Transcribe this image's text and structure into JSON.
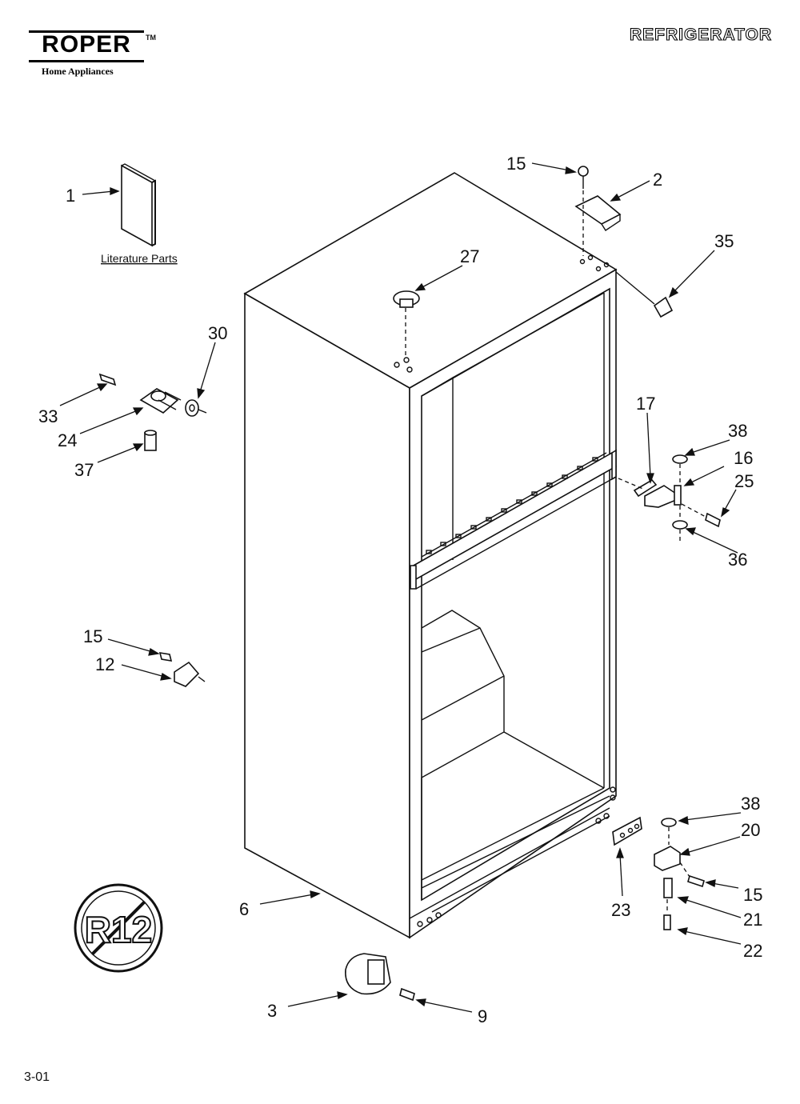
{
  "header": {
    "brand": "ROPER",
    "brand_tm": "TM",
    "brand_sub": "Home Appliances",
    "title": "REFRIGERATOR"
  },
  "literature_label": "Literature Parts",
  "no_r12_mark": "R12",
  "footer": {
    "date_code": "3-01"
  },
  "callouts": [
    "1",
    "15",
    "2",
    "35",
    "27",
    "30",
    "33",
    "24",
    "37",
    "17",
    "38",
    "16",
    "25",
    "36",
    "15",
    "12",
    "38",
    "20",
    "15",
    "21",
    "22",
    "23",
    "6",
    "3",
    "9"
  ]
}
